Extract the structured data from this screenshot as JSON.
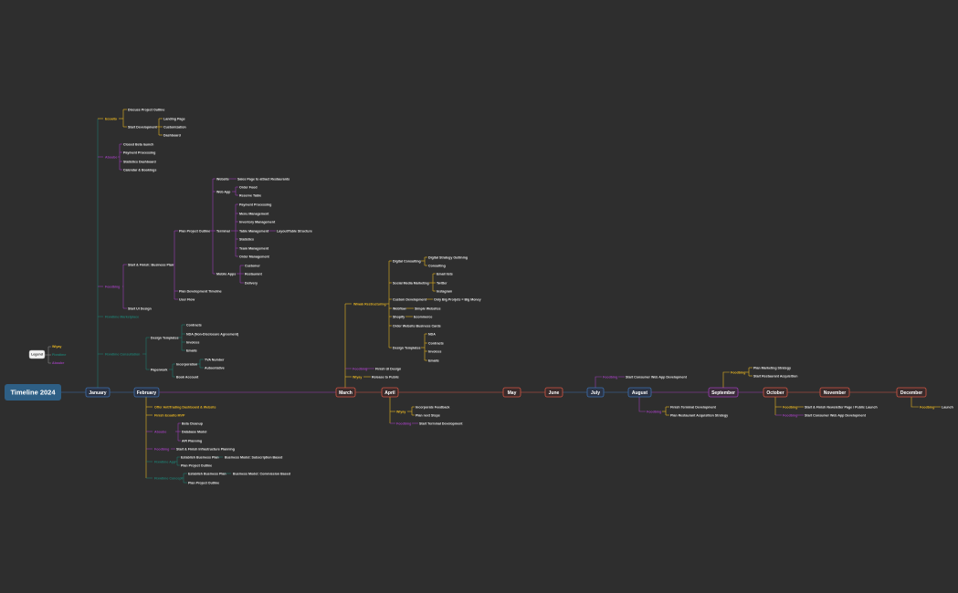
{
  "root": "Timeline 2024",
  "legend": {
    "title": "Legend",
    "items": [
      "Wiyay",
      "Fixwtime",
      "Aboube"
    ]
  },
  "colors": {
    "background": "#2e2e2e",
    "yellow": "#e6b422",
    "purple": "#9b3fb5",
    "teal": "#1f7a6e",
    "blue": "#3d6fae",
    "red": "#d25544",
    "root": "#2e5f85"
  },
  "months": [
    "January",
    "February",
    "March",
    "April",
    "May",
    "June",
    "July",
    "August",
    "September",
    "October",
    "November",
    "December"
  ],
  "labels": {
    "jan_cat1": "Ecoalto",
    "jan_a1": "Discuss Project Outline",
    "jan_a2": "Start Development",
    "jan_a2a": "Landing Page",
    "jan_a2b": "Customization",
    "jan_a2c": "Dashboard",
    "jan_cat2": "Aboube",
    "jan_b1": "Closed Beta launch",
    "jan_b2": "Payment Processing",
    "jan_b3": "Statistics Dashboard",
    "jan_b4": "Calendar & Bookings",
    "jan_cat3": "Foodbing",
    "jan_c1": "Start & Finish: Business Plan",
    "jan_c1a": "Plan Project Outline",
    "jan_web": "Website",
    "jan_web1": "Sales Page to attract Restaurants",
    "jan_webapp": "Web App",
    "jan_wa1": "Order Food",
    "jan_wa2": "Reserve Table",
    "jan_t1": "Payment Processing",
    "jan_t2": "Menu Management",
    "jan_t3": "Inventory Management",
    "jan_terminal": "Terminal",
    "jan_t4": "Table Management",
    "jan_t4a": "Layout/Table Structure",
    "jan_t5": "Statistics",
    "jan_t6": "Team Management",
    "jan_t7": "Order Management",
    "jan_mobile": "Mobile Apps",
    "jan_m1": "Customer",
    "jan_m2": "Restaurant",
    "jan_m3": "Delivery",
    "jan_c1b": "Plan Development Timeline",
    "jan_c1c": "User Flow",
    "jan_c2": "Start UI Design",
    "jan_cat4": "Fixwtime Marketplace",
    "jan_cat5": "Fixwtime Consultation",
    "jan_d1": "Design Templates",
    "jan_d1a": "Contracts",
    "jan_d1b": "NDA (Non-Disclosure Agreement)",
    "jan_d1c": "Invoices",
    "jan_d1d": "Emails",
    "jan_d2": "Paperwork",
    "jan_d2a": "Incorporation",
    "jan_d2a1": "TVA Number",
    "jan_d2a2": "Autoentative",
    "jan_d2b": "Book Account",
    "feb_1": "Offer AntiTrading Dashboard & Website",
    "feb_2": "Finish Ecoalto MVP",
    "feb_cat3": "Aboube",
    "feb_3a": "Beta Cleanup",
    "feb_3b": "Database Model",
    "feb_3c": "API Planning",
    "feb_cat4": "Foodbing",
    "feb_4": "Start & Finish Infrastructure Planning",
    "feb_cat5": "Fixwtime App",
    "feb_5a": "Establish Business Plan",
    "feb_5a1": "Business Model: Subscription Based",
    "feb_5b": "Plan Project Outline",
    "feb_cat6": "Fixwtime Concept",
    "feb_6a": "Establish Business Plan",
    "feb_6a1": "Business Model: Commission Based",
    "feb_6b": "Plan Project Outline",
    "mar_cat1": "Wiwak Restructuring",
    "mar_dc": "Digital Consulting",
    "mar_dc1": "Digital Strategy Outlining",
    "mar_dc2": "Consulting",
    "mar_sm": "Social Media Marketing",
    "mar_sm1": "Email lists",
    "mar_sm2": "Twitter",
    "mar_sm3": "Instagram",
    "mar_cd": "Custom Development",
    "mar_cd1": "Only Big Prorjets = Big Money",
    "mar_wf": "Webflow",
    "mar_wf1": "Simple Websites",
    "mar_sh": "Shopify",
    "mar_sh1": "Ecommerce",
    "mar_ow": "Order Website Business Cards",
    "mar_dt": "Design Templates",
    "mar_dt1": "NDA",
    "mar_dt2": "Contracts",
    "mar_dt3": "Invoices",
    "mar_dt4": "Emails",
    "mar_cat2": "Foodbing",
    "mar_fd": "Finish UI Design",
    "mar_cat3": "Wiyay",
    "mar_rp": "Release to Public",
    "apr_cat1": "Wiyay",
    "apr_1a": "Incorporate Feedback",
    "apr_1b": "Plan next Steps",
    "apr_cat2": "Foodbing",
    "apr_2": "Start Terminal Development",
    "jul_cat": "Foodbing",
    "jul_1": "Start Consumer Web App Development",
    "aug_cat": "Foodbing",
    "aug_1": "Finish Terminal Development",
    "aug_2": "Plan Restaurant Acquisition Strategy",
    "sep_cat": "Foodbing",
    "sep_1": "Plan Marketing Strategy",
    "sep_2": "Start Restaurant Acquisition",
    "oct_cat1": "Foodbing",
    "oct_1": "Start & Finish Newsletter Page / Public Launch",
    "oct_cat2": "Foodbing",
    "oct_2": "Start Consumer Web App Development",
    "dec_cat": "Foodbing",
    "dec_1": "Launch"
  }
}
